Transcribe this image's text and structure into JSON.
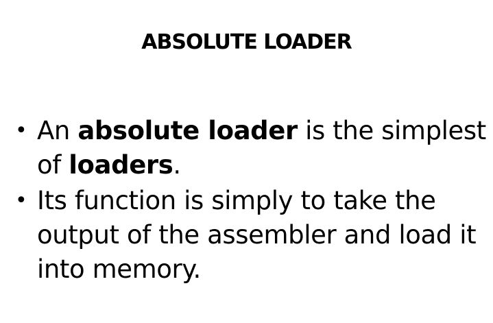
{
  "slide": {
    "title": "ABSOLUTE LOADER",
    "bullet_glyph": "•",
    "bullets": [
      {
        "line1_pre": "An ",
        "line1_bold": "absolute loader",
        "line1_post": " is the simplest",
        "line2_pre": "of ",
        "line2_bold": "loaders",
        "line2_post": "."
      },
      {
        "line1": "Its function is simply to take the",
        "line2": "output of the assembler and load it",
        "line3": "into memory."
      }
    ]
  }
}
